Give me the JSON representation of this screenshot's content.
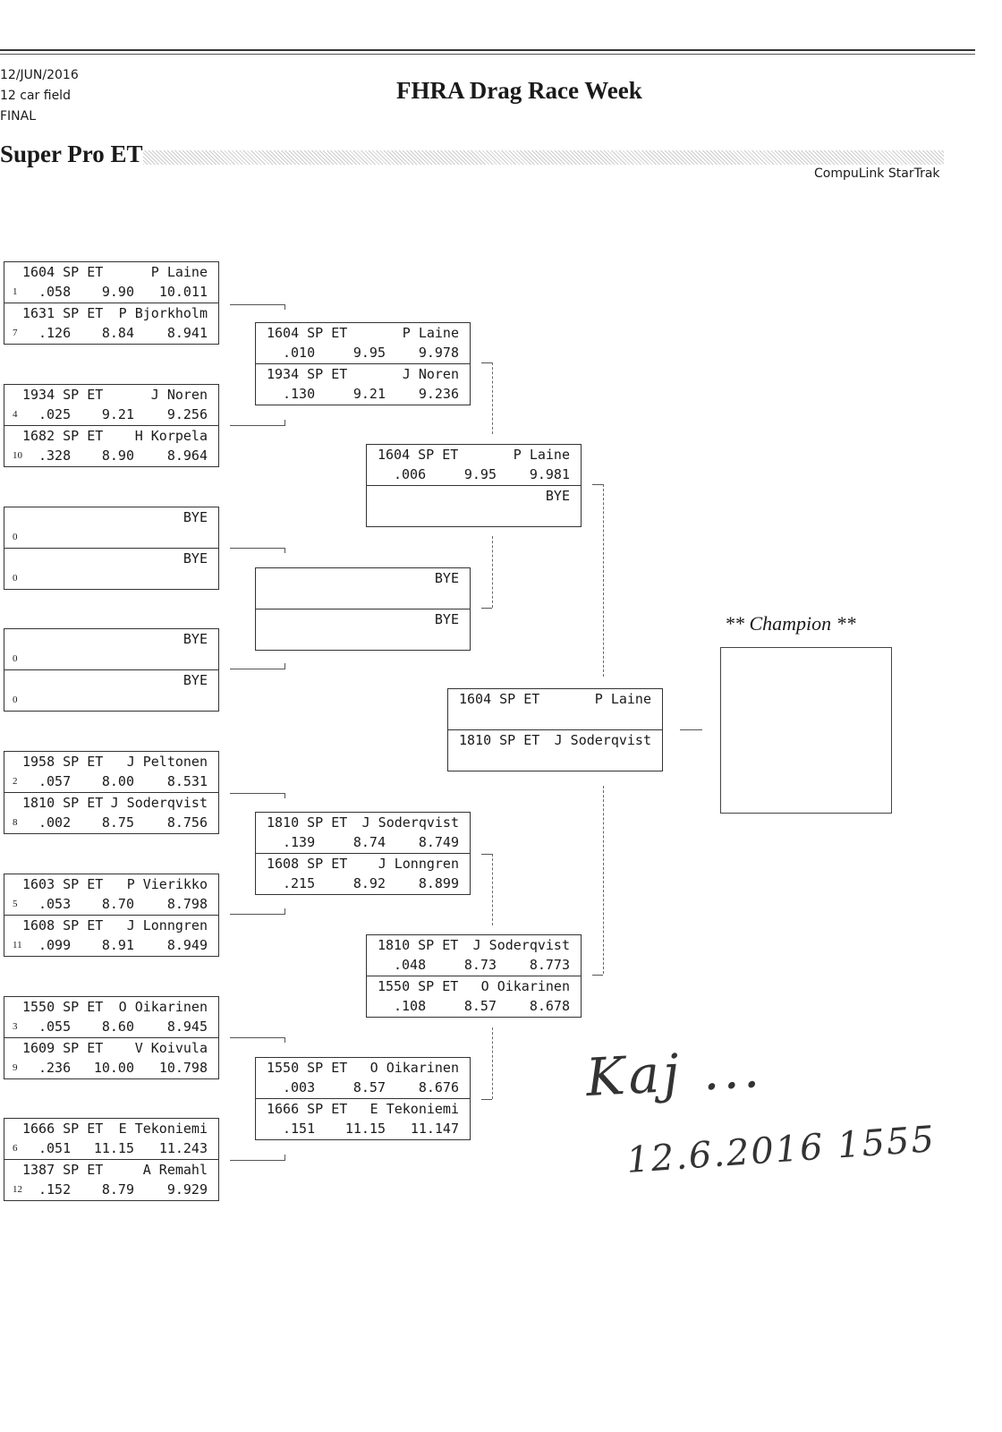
{
  "header": {
    "date": "12/JUN/2016",
    "field": "12 car field",
    "status": "FINAL",
    "title": "FHRA Drag Race Week",
    "class_name": "Super Pro ET",
    "software": "CompuLink StarTrak"
  },
  "champion_label": "** Champion **",
  "signature": {
    "text": "Kaj ...",
    "date": "12.6.2016 1555"
  },
  "rounds": [
    {
      "name": "round-1",
      "seeded": true,
      "matches": [
        [
          {
            "car": "1604 SP ET",
            "driver": "P Laine",
            "seed": "1",
            "rt": ".058",
            "dial": "9.90",
            "et": "10.011"
          },
          {
            "car": "1631 SP ET",
            "driver": "P Bjorkholm",
            "seed": "7",
            "rt": ".126",
            "dial": "8.84",
            "et": "8.941"
          }
        ],
        [
          {
            "car": "1934 SP ET",
            "driver": "J Noren",
            "seed": "4",
            "rt": ".025",
            "dial": "9.21",
            "et": "9.256"
          },
          {
            "car": "1682 SP ET",
            "driver": "H Korpela",
            "seed": "10",
            "rt": ".328",
            "dial": "8.90",
            "et": "8.964"
          }
        ],
        [
          {
            "driver": "BYE",
            "seed": "0"
          },
          {
            "driver": "BYE",
            "seed": "0"
          }
        ],
        [
          {
            "driver": "BYE",
            "seed": "0"
          },
          {
            "driver": "BYE",
            "seed": "0"
          }
        ],
        [
          {
            "car": "1958 SP ET",
            "driver": "J Peltonen",
            "seed": "2",
            "rt": ".057",
            "dial": "8.00",
            "et": "8.531"
          },
          {
            "car": "1810 SP ET",
            "driver": "J Soderqvist",
            "seed": "8",
            "rt": ".002",
            "dial": "8.75",
            "et": "8.756"
          }
        ],
        [
          {
            "car": "1603 SP ET",
            "driver": "P Vierikko",
            "seed": "5",
            "rt": ".053",
            "dial": "8.70",
            "et": "8.798"
          },
          {
            "car": "1608 SP ET",
            "driver": "J Lonngren",
            "seed": "11",
            "rt": ".099",
            "dial": "8.91",
            "et": "8.949"
          }
        ],
        [
          {
            "car": "1550 SP ET",
            "driver": "O Oikarinen",
            "seed": "3",
            "rt": ".055",
            "dial": "8.60",
            "et": "8.945"
          },
          {
            "car": "1609 SP ET",
            "driver": "V Koivula",
            "seed": "9",
            "rt": ".236",
            "dial": "10.00",
            "et": "10.798"
          }
        ],
        [
          {
            "car": "1666 SP ET",
            "driver": "E Tekoniemi",
            "seed": "6",
            "rt": ".051",
            "dial": "11.15",
            "et": "11.243"
          },
          {
            "car": "1387 SP ET",
            "driver": "A Remahl",
            "seed": "12",
            "rt": ".152",
            "dial": "8.79",
            "et": "9.929"
          }
        ]
      ]
    },
    {
      "name": "round-2",
      "seeded": false,
      "matches": [
        [
          {
            "car": "1604 SP ET",
            "driver": "P Laine",
            "rt": ".010",
            "dial": "9.95",
            "et": "9.978"
          },
          {
            "car": "1934 SP ET",
            "driver": "J Noren",
            "rt": ".130",
            "dial": "9.21",
            "et": "9.236"
          }
        ],
        [
          {
            "driver": "BYE"
          },
          {
            "driver": "BYE"
          }
        ],
        [
          {
            "car": "1810 SP ET",
            "driver": "J Soderqvist",
            "rt": ".139",
            "dial": "8.74",
            "et": "8.749"
          },
          {
            "car": "1608 SP ET",
            "driver": "J Lonngren",
            "rt": ".215",
            "dial": "8.92",
            "et": "8.899"
          }
        ],
        [
          {
            "car": "1550 SP ET",
            "driver": "O Oikarinen",
            "rt": ".003",
            "dial": "8.57",
            "et": "8.676"
          },
          {
            "car": "1666 SP ET",
            "driver": "E Tekoniemi",
            "rt": ".151",
            "dial": "11.15",
            "et": "11.147"
          }
        ]
      ]
    },
    {
      "name": "semifinal",
      "seeded": false,
      "matches": [
        [
          {
            "car": "1604 SP ET",
            "driver": "P Laine",
            "rt": ".006",
            "dial": "9.95",
            "et": "9.981"
          },
          {
            "driver": "BYE"
          }
        ],
        [
          {
            "car": "1810 SP ET",
            "driver": "J Soderqvist",
            "rt": ".048",
            "dial": "8.73",
            "et": "8.773"
          },
          {
            "car": "1550 SP ET",
            "driver": "O Oikarinen",
            "rt": ".108",
            "dial": "8.57",
            "et": "8.678"
          }
        ]
      ]
    },
    {
      "name": "final",
      "seeded": false,
      "matches": [
        [
          {
            "car": "1604 SP ET",
            "driver": "P Laine"
          },
          {
            "car": "1810 SP ET",
            "driver": "J Soderqvist"
          }
        ]
      ]
    }
  ]
}
